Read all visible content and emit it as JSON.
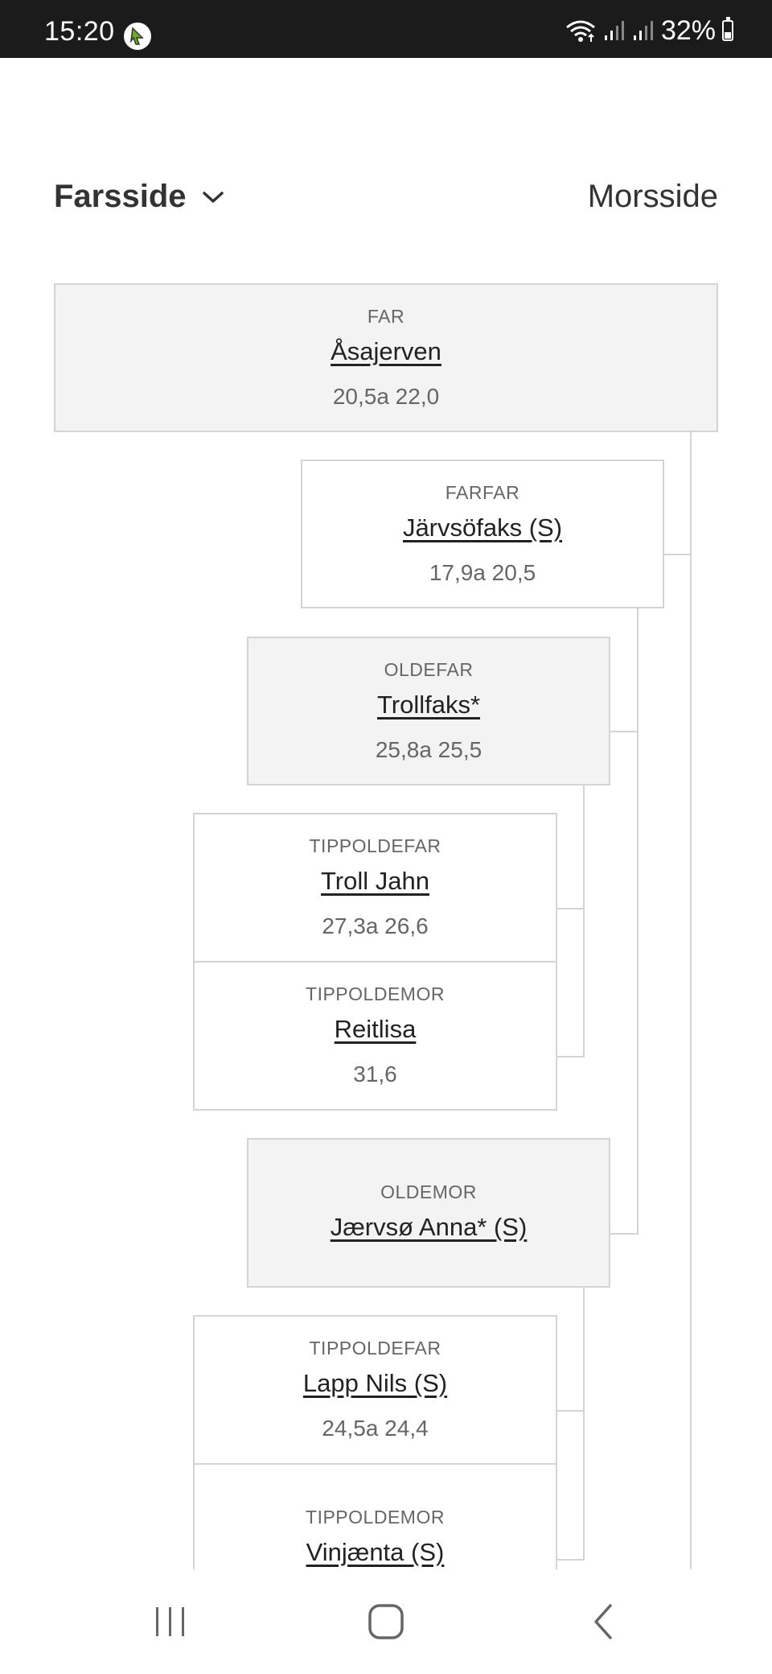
{
  "status_bar": {
    "time": "15:20",
    "battery": "32%",
    "icons": [
      "app-notification-icon",
      "wifi-icon",
      "signal-icon",
      "signal-icon",
      "battery-icon"
    ]
  },
  "tabs": {
    "father_side": "Farsside",
    "mother_side": "Morsside"
  },
  "pedigree": {
    "far": {
      "role": "FAR",
      "name": "Åsajerven",
      "score": "20,5a 22,0"
    },
    "farfar": {
      "role": "FARFAR",
      "name": "Järvsöfaks (S)",
      "score": "17,9a 20,5"
    },
    "oldefar": {
      "role": "OLDEFAR",
      "name": "Trollfaks*",
      "score": "25,8a 25,5"
    },
    "tippoldefar_1": {
      "role": "TIPPOLDEFAR",
      "name": "Troll Jahn",
      "score": "27,3a 26,6"
    },
    "tippoldemor_1": {
      "role": "TIPPOLDEMOR",
      "name": "Reitlisa",
      "score": "31,6"
    },
    "oldemor": {
      "role": "OLDEMOR",
      "name": "Jærvsø Anna* (S)"
    },
    "tippoldefar_2": {
      "role": "TIPPOLDEFAR",
      "name": "Lapp Nils (S)",
      "score": "24,5a 24,4"
    },
    "tippoldemor_2": {
      "role": "TIPPOLDEMOR",
      "name": "Vinjænta (S)"
    }
  },
  "colors": {
    "statusbar": "#1b1b1b",
    "card_border": "#d4d4d4",
    "card_shaded": "#f3f3f3"
  }
}
